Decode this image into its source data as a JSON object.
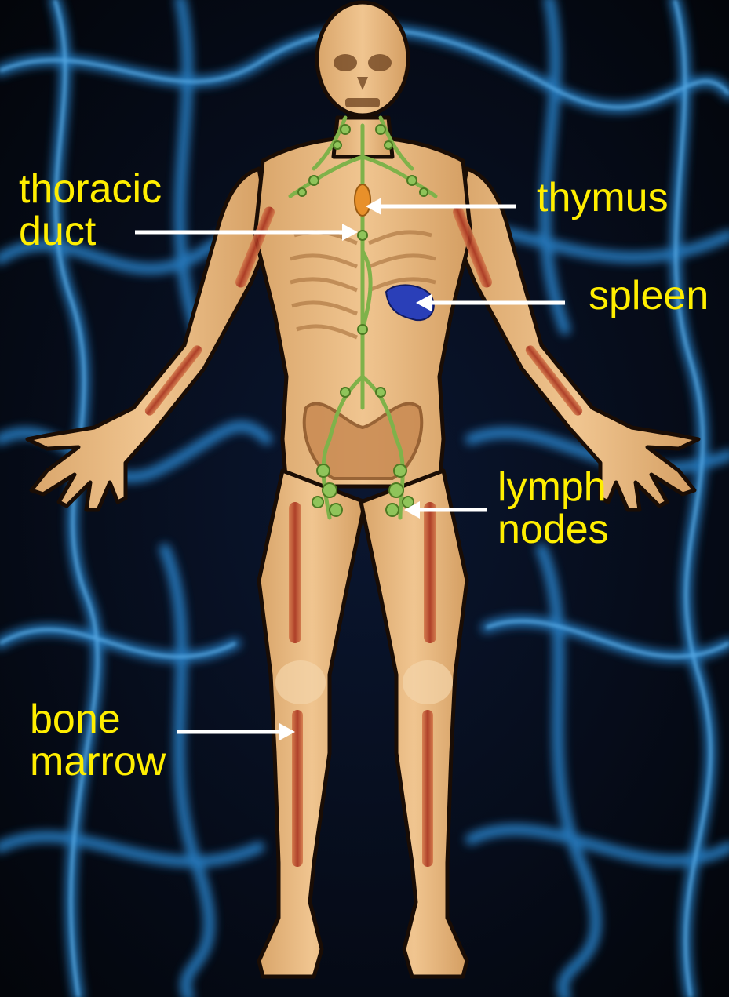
{
  "labels": {
    "thoracic_duct": "thoracic\nduct",
    "thymus": "thymus",
    "spleen": "spleen",
    "lymph_nodes": "lymph\nnodes",
    "bone_marrow": "bone\nmarrow"
  },
  "colors": {
    "label_text": "#ffee00",
    "arrow": "#ffffff",
    "background_dark": "#05070d",
    "network_blue": "#2a8ad6",
    "skin": "#e6b27a",
    "bone_marrow_red": "#b5402a",
    "lymph_green": "#7fb24a",
    "thymus_orange": "#e8902a",
    "spleen_blue": "#2a3fb8"
  }
}
